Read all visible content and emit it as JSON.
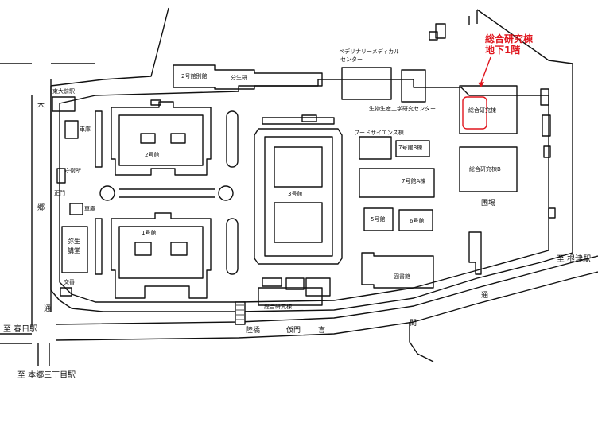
{
  "highlight": {
    "line1": "総合研究棟",
    "line2": "地下1階",
    "color": "#e0151d"
  },
  "buildings": {
    "bldg_2_annex": "2号館別館",
    "bunseito": "分生研",
    "pediatric": "ペデリナリーメディカル",
    "pediatric_center": "センター",
    "biotech": "生物生産工学研究センター",
    "research_bldg_main": "総合研究棟",
    "food_science": "フードサイエンス棟",
    "bldg_7b": "7号館B棟",
    "bldg_7a": "7号館A棟",
    "research_bldg_b": "総合研究棟B",
    "bldg_2": "2号館",
    "bldg_3": "3号館",
    "bldg_1": "1号館",
    "bldg_5": "5号館",
    "bldg_6": "6号館",
    "library": "図書館",
    "research_bldg_south": "総合研究棟",
    "garage_upper": "車庫",
    "guard": "守衛所",
    "main_gate": "正門",
    "garage_lower": "車庫",
    "koban": "交番",
    "todai_mae": "東大前駅",
    "yayoi_1": "弥生",
    "yayoi_2": "講堂",
    "farm": "圃場"
  },
  "roads": {
    "hongo_1": "本",
    "hongo_2": "郷",
    "hongo_3": "通",
    "kototoi_1": "言",
    "kototoi_2": "問",
    "kototoi_3": "通",
    "seimon": "陸橋",
    "kari_mon": "仮門"
  },
  "destinations": {
    "nezu": "至 根津駅",
    "kasuga": "至 春日駅",
    "hongo3": "至 本郷三丁目駅"
  }
}
